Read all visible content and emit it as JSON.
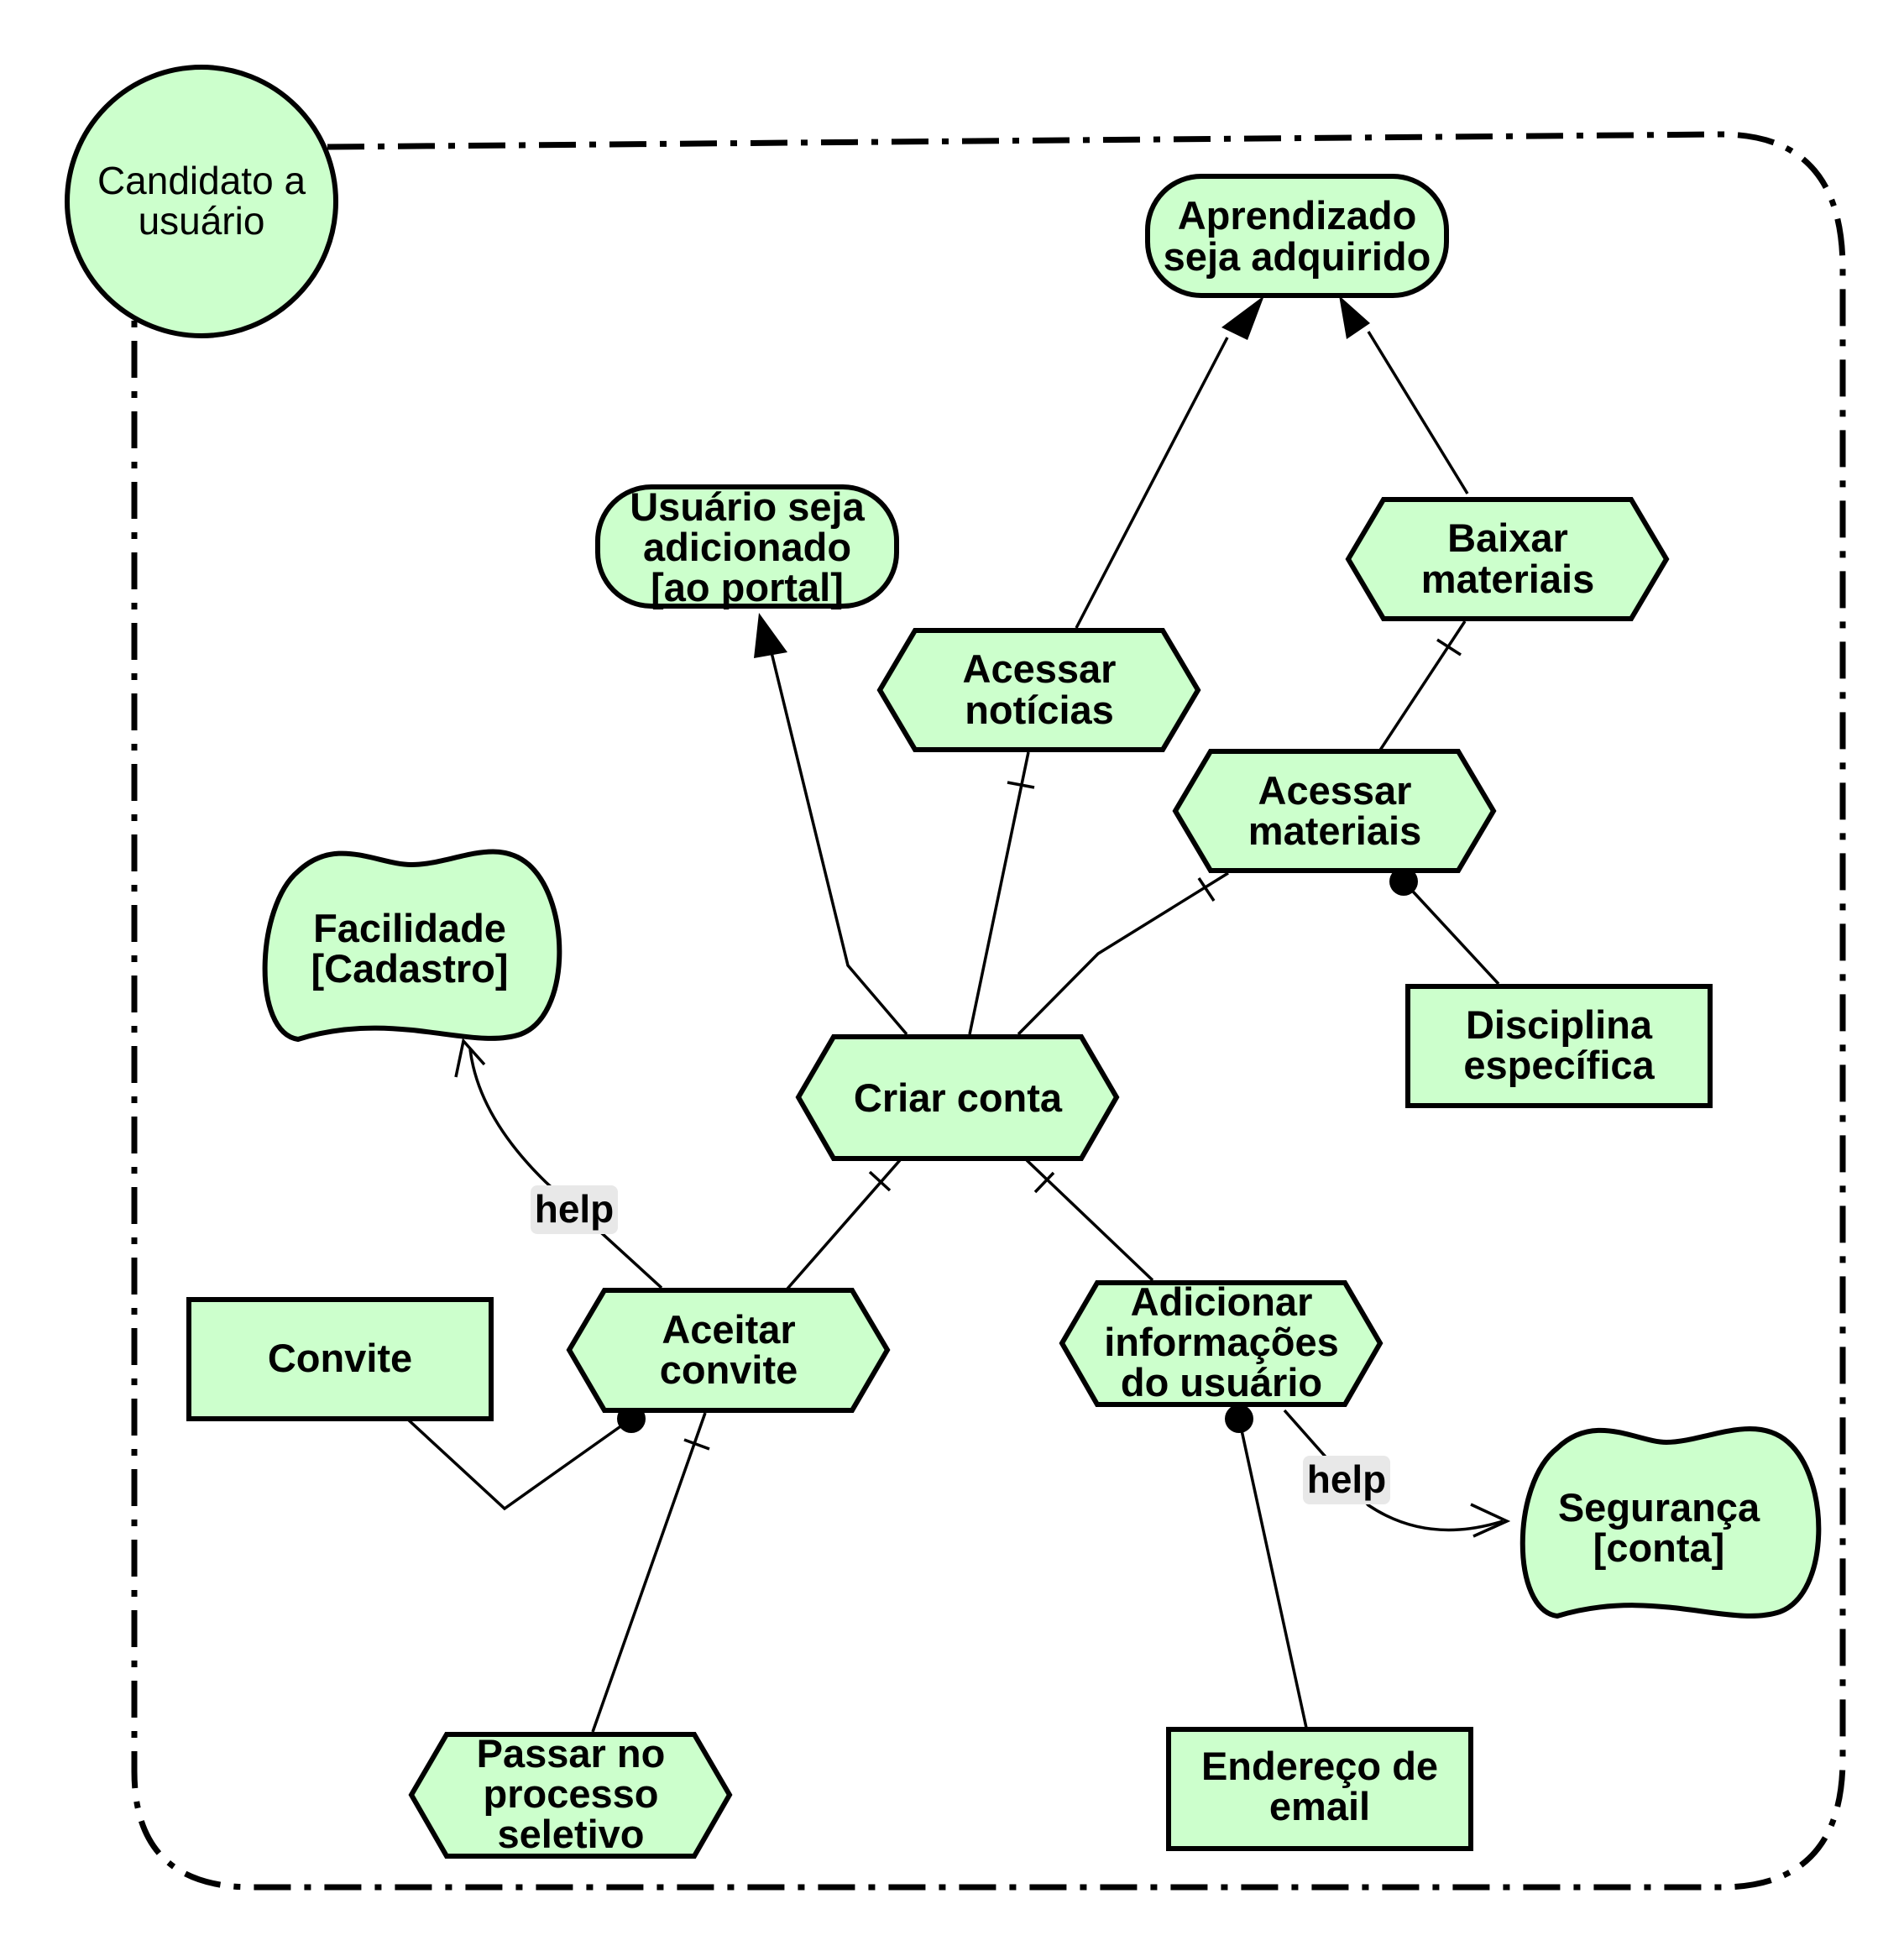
{
  "diagram": {
    "actor": {
      "label": [
        "Candidato a",
        "usuário"
      ]
    },
    "goals": {
      "aprendizado": {
        "label": [
          "Aprendizado",
          "seja adquirido"
        ]
      },
      "usuario_adicionado": {
        "label": [
          "Usuário seja",
          "adicionado",
          "[ao portal]"
        ]
      }
    },
    "tasks": {
      "baixar_materiais": {
        "label": [
          "Baixar",
          "materiais"
        ]
      },
      "acessar_noticias": {
        "label": [
          "Acessar",
          "notícias"
        ]
      },
      "acessar_materiais": {
        "label": [
          "Acessar",
          "materiais"
        ]
      },
      "criar_conta": {
        "label": [
          "Criar conta"
        ]
      },
      "aceitar_convite": {
        "label": [
          "Aceitar",
          "convite"
        ]
      },
      "adicionar_informacoes": {
        "label": [
          "Adicionar",
          "informações",
          "do usuário"
        ]
      },
      "passar_processo": {
        "label": [
          "Passar no",
          "processo",
          "seletivo"
        ]
      }
    },
    "softgoals": {
      "facilidade": {
        "label": [
          "Facilidade",
          "[Cadastro]"
        ]
      },
      "seguranca": {
        "label": [
          "Segurança",
          "[conta]"
        ]
      }
    },
    "resources": {
      "disciplina": {
        "label": [
          "Disciplina",
          "específica"
        ]
      },
      "convite": {
        "label": [
          "Convite"
        ]
      },
      "email": {
        "label": [
          "Endereço de",
          "email"
        ]
      }
    },
    "contributions": [
      {
        "from": "aceitar_convite",
        "to": "facilidade",
        "label": "help"
      },
      {
        "from": "adicionar_informacoes",
        "to": "seguranca",
        "label": "help"
      }
    ],
    "colors": {
      "element_fill": "#ccffcc",
      "stroke": "#000000",
      "contribution_label_bg": "#e8e8e8"
    }
  }
}
